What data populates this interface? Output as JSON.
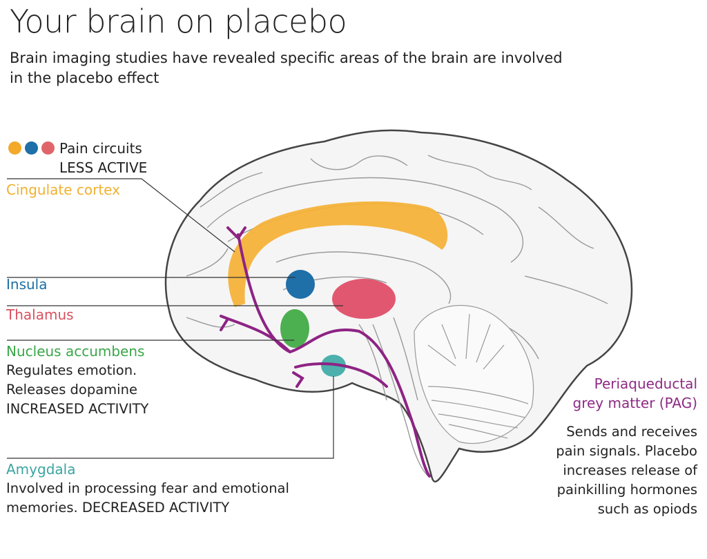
{
  "title": "Your brain on placebo",
  "subtitle": "Brain imaging studies have revealed specific areas of the brain are involved in the placebo effect",
  "legend": {
    "line1": "Pain circuits",
    "line2": "LESS ACTIVE",
    "dot_colors": [
      "#f4a92a",
      "#1f6fa8",
      "#e0656a"
    ]
  },
  "regions": {
    "cingulate": {
      "label": "Cingulate cortex",
      "color": "#f4b23a"
    },
    "insula": {
      "label": "Insula",
      "color": "#1f6fa8"
    },
    "thalamus": {
      "label": "Thalamus",
      "color": "#e04e68"
    },
    "nucleus": {
      "label": "Nucleus accumbens",
      "color": "#4caf50",
      "desc": [
        "Regulates emotion.",
        "Releases dopamine",
        "INCREASED ACTIVITY"
      ]
    },
    "amygdala": {
      "label": "Amygdala",
      "color": "#4db0ad",
      "desc": [
        "Involved in processing  fear and emotional",
        "memories. DECREASED ACTIVITY"
      ]
    },
    "pag": {
      "label": [
        "Periaqueductal",
        "grey matter (PAG)"
      ],
      "color": "#8e2384",
      "desc": [
        "Sends and receives",
        "pain signals. Placebo",
        "increases release of",
        "painkilling hormones",
        "such as opiods"
      ]
    }
  }
}
